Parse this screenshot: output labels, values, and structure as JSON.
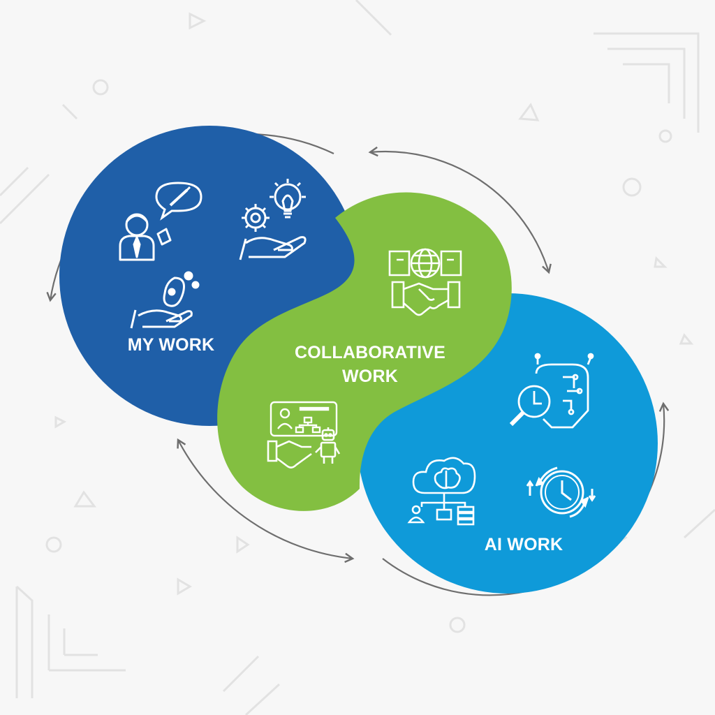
{
  "sections": [
    {
      "id": "my-work",
      "label": "MY WORK",
      "color": "#1f5fa8",
      "icons": [
        "businessman-icon",
        "speech-bubble-paintbrush-icon",
        "gear-lightbulb-hand-icon",
        "hand-holding-palette-icon"
      ]
    },
    {
      "id": "collaborative-work",
      "label_line1": "COLLABORATIVE",
      "label_line2": "WORK",
      "color": "#83bf41",
      "icons": [
        "globe-handshake-icon",
        "handshake-icon",
        "video-call-org-chart-icon",
        "human-robot-handshake-icon"
      ]
    },
    {
      "id": "ai-work",
      "label": "AI WORK",
      "color": "#0f9ad9",
      "icons": [
        "robot-head-magnifier-icon",
        "cloud-brain-network-icon",
        "clock-cycle-icon"
      ]
    }
  ],
  "colors": {
    "background": "#f7f7f7",
    "arrows": "#6e6e6e",
    "decor": "#e2e2e2",
    "icon_stroke": "#ffffff"
  }
}
